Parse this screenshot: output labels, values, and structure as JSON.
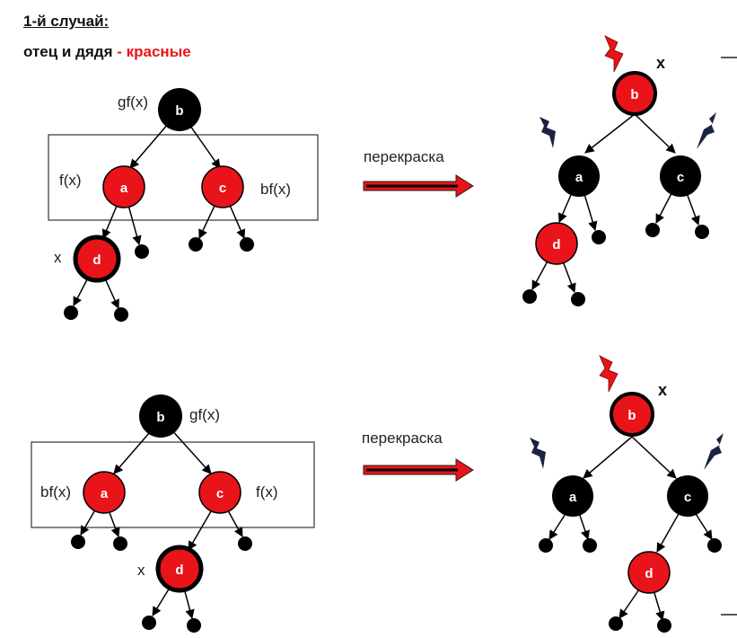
{
  "header": {
    "case_title": "1-й случай:",
    "subtitle_main": "отец и дядя",
    "subtitle_accent": "- красные"
  },
  "labels": {
    "gf": "gf(x)",
    "f": "f(x)",
    "bf": "bf(x)",
    "x": "x",
    "x_bold": "x",
    "arrow_caption": "перекраска"
  },
  "nodes": {
    "a": "a",
    "b": "b",
    "c": "c",
    "d": "d"
  },
  "colors": {
    "red": "#e8141a",
    "black": "#000000",
    "arrow_red": "#e8141a",
    "lightning_red": "#e8141a",
    "lightning_dark": "#1a2440"
  }
}
